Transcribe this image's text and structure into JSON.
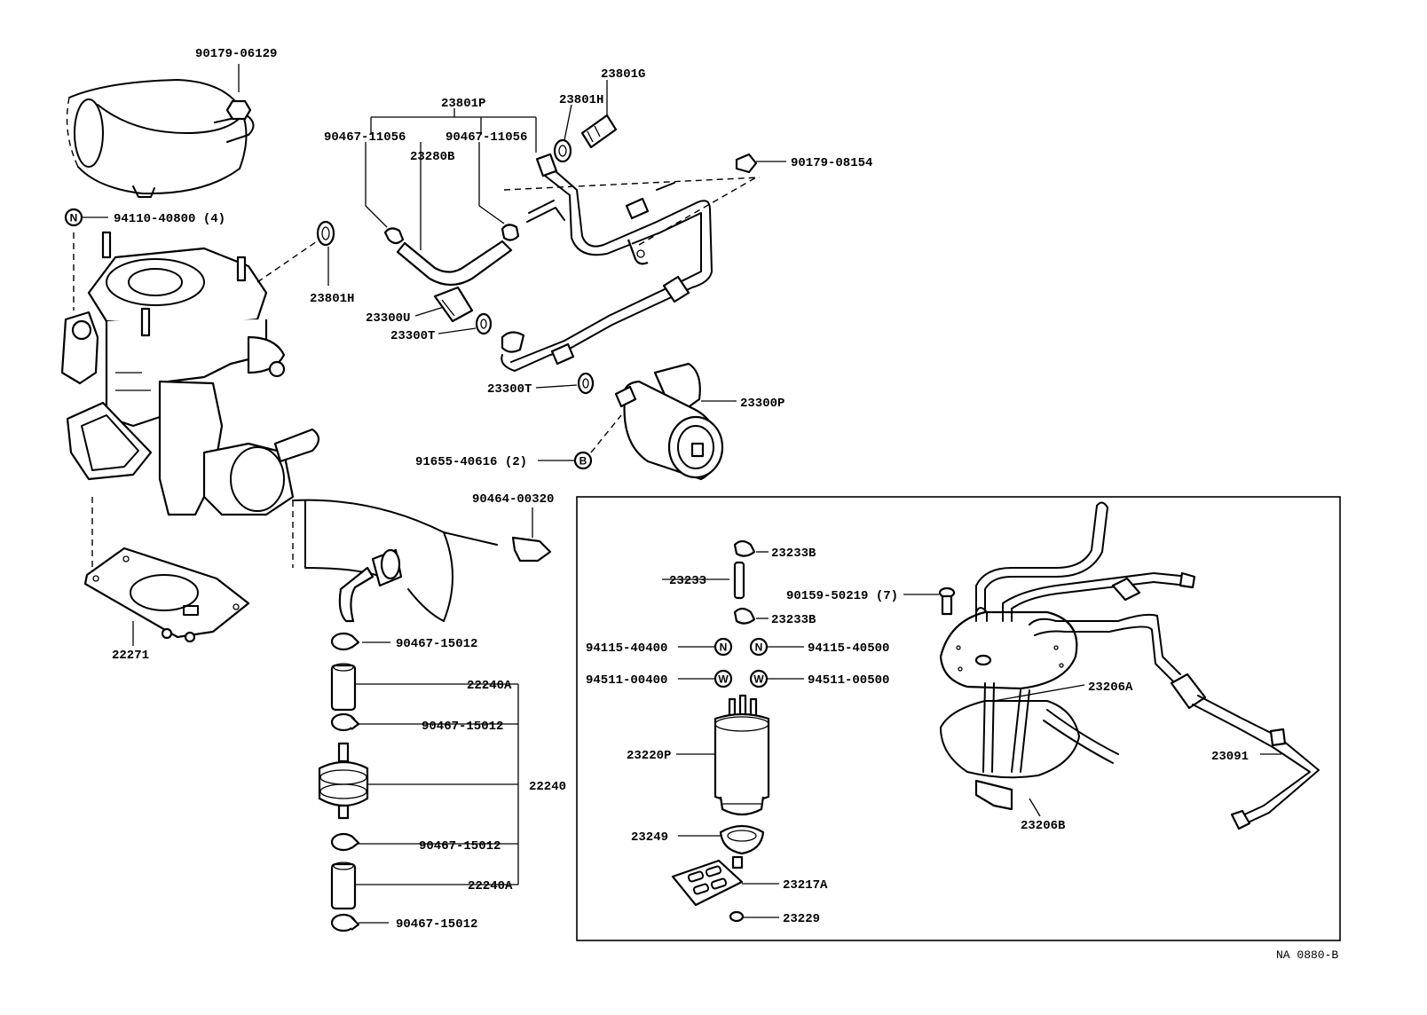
{
  "drawing_code": "NA 0880-B",
  "parts": {
    "p_90179_06129": "90179-06129",
    "p_94110_40800": "94110-40800 (4)",
    "p_22271": "22271",
    "p_90467_11056_a": "90467-11056",
    "p_90467_11056_b": "90467-11056",
    "p_23801P": "23801P",
    "p_23280B": "23280B",
    "p_23801H_a": "23801H",
    "p_23801G": "23801G",
    "p_90179_08154": "90179-08154",
    "p_23801H_b": "23801H",
    "p_23300U": "23300U",
    "p_23300T_a": "23300T",
    "p_23300T_b": "23300T",
    "p_23300P": "23300P",
    "p_91655_40616": "91655-40616 (2)",
    "p_90464_00320": "90464-00320",
    "p_90467_15012_a": "90467-15012",
    "p_22240A_a": "22240A",
    "p_90467_15012_b": "90467-15012",
    "p_22240": "22240",
    "p_90467_15012_c": "90467-15012",
    "p_22240A_b": "22240A",
    "p_90467_15012_d": "90467-15012",
    "p_23233B_a": "23233B",
    "p_23233": "23233",
    "p_90159_50219": "90159-50219 (7)",
    "p_23233B_b": "23233B",
    "p_94115_40400": "94115-40400",
    "p_94115_40500": "94115-40500",
    "p_94511_00400": "94511-00400",
    "p_94511_00500": "94511-00500",
    "p_23206A": "23206A",
    "p_23220P": "23220P",
    "p_23091": "23091",
    "p_23206B": "23206B",
    "p_23249": "23249",
    "p_23217A": "23217A",
    "p_23229": "23229"
  },
  "symbols": {
    "n_1": "N",
    "b_1": "B",
    "n_2": "N",
    "n_3": "N",
    "w_1": "W",
    "w_2": "W"
  }
}
